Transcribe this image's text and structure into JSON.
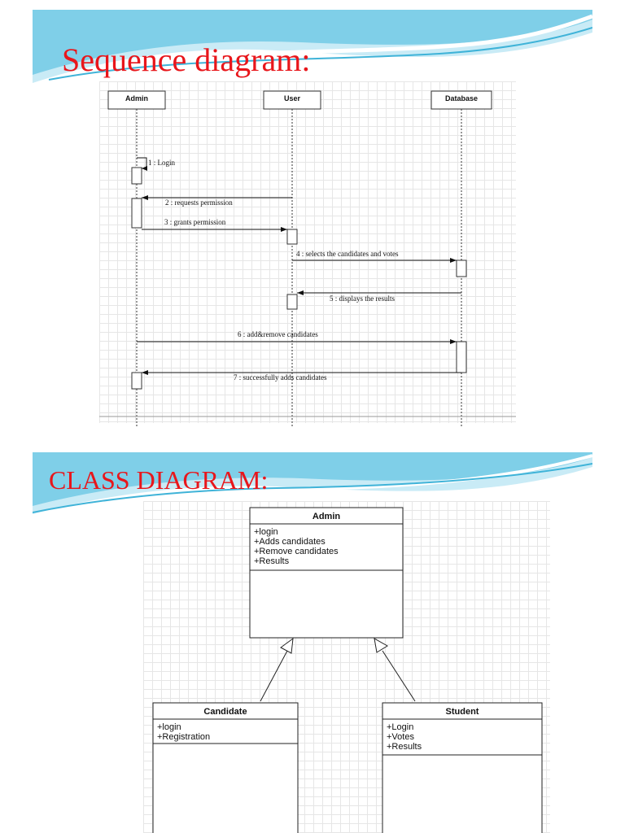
{
  "slides": [
    {
      "title": "Sequence diagram:",
      "lifelines": [
        "Admin",
        "User",
        "Database"
      ],
      "messages": [
        {
          "num": "1",
          "text": "1 : Login"
        },
        {
          "num": "2",
          "text": "2 : requests permission"
        },
        {
          "num": "3",
          "text": "3 : grants permission"
        },
        {
          "num": "4",
          "text": "4 : selects the candidates and  votes"
        },
        {
          "num": "5",
          "text": "5 : displays the results"
        },
        {
          "num": "6",
          "text": "6 : add&remove candidates"
        },
        {
          "num": "7",
          "text": "7 : successfully adds candidates"
        }
      ]
    },
    {
      "title": "CLASS DIAGRAM:",
      "classes": [
        {
          "name": "Admin",
          "attributes": [
            "+login",
            "+Adds candidates",
            "+Remove candidates",
            "+Results"
          ]
        },
        {
          "name": "Candidate",
          "attributes": [
            "+login",
            "+Registration"
          ]
        },
        {
          "name": "Student",
          "attributes": [
            "+Login",
            "+Votes",
            "+Results"
          ]
        }
      ]
    }
  ],
  "colors": {
    "title": "#e8161b",
    "wave_dark": "#3fb3d8",
    "wave_light": "#bfe6f3"
  }
}
